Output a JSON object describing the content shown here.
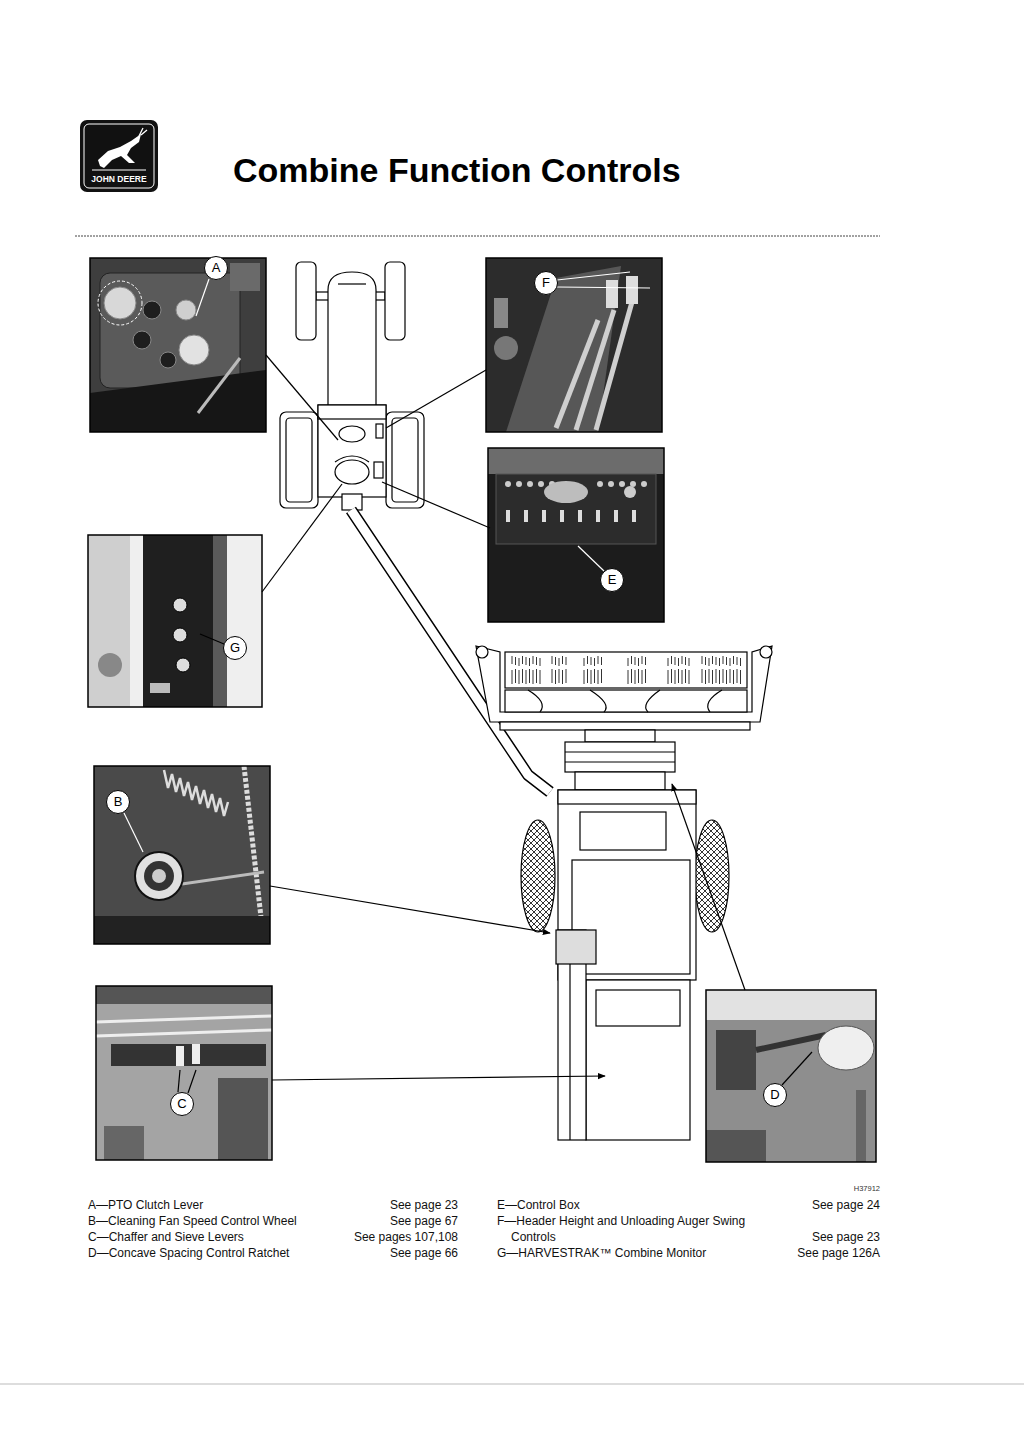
{
  "diagram": {
    "title": "Combine Function Controls",
    "nodes": [
      {
        "text": [
          "A"
        ]
      },
      {
        "text": [
          "F"
        ]
      },
      {
        "text": [
          "E"
        ]
      },
      {
        "text": [
          "G"
        ]
      },
      {
        "text": [
          "B"
        ]
      },
      {
        "text": [
          "C"
        ]
      },
      {
        "text": [
          "D"
        ]
      }
    ],
    "labels": [
      "JOHN DEERE",
      "H37912",
      "A—PTO Clutch Lever",
      "See page 23",
      "B—Cleaning Fan Speed Control Wheel",
      "See page 67",
      "C—Chaffer and Sieve Levers",
      "See pages 107,108",
      "D—Concave Spacing Control Ratchet",
      "See page 66",
      "E—Control Box",
      "See page 24",
      "F—Header Height and Unloading Auger Swing Controls",
      "See page 23",
      "G—HARVESTRAK™ Combine Monitor",
      "See page 126A"
    ]
  }
}
